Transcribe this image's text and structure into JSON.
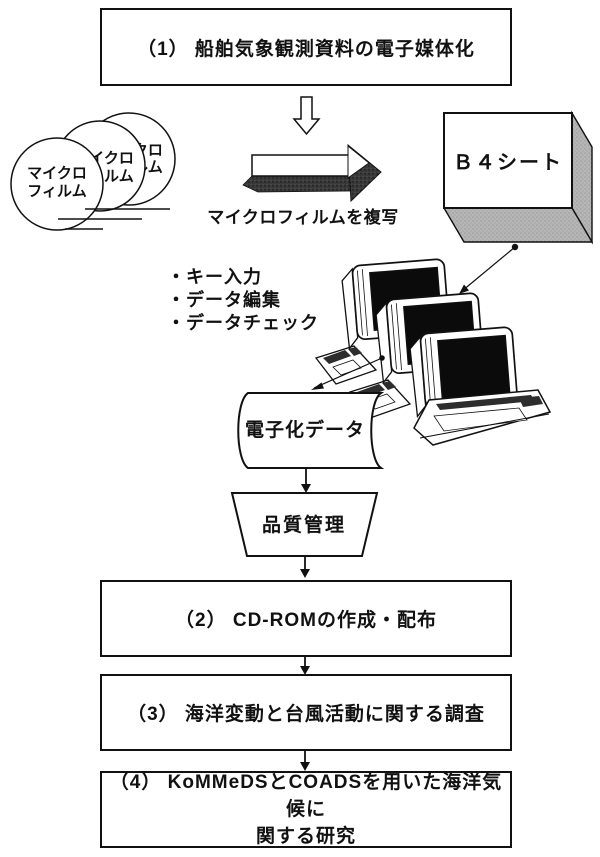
{
  "title_box": {
    "label": "（1） 船舶気象観測資料の電子媒体化"
  },
  "microfilm": {
    "line1": "マイクロ",
    "line2": "フィルム"
  },
  "copy_step": {
    "label": "マイクロフィルムを複写"
  },
  "b4_sheet": {
    "label": "Ｂ４シート"
  },
  "tasks": {
    "items": [
      {
        "label": "・キー入力"
      },
      {
        "label": "・データ編集"
      },
      {
        "label": "・データチェック"
      }
    ]
  },
  "digitized_data": {
    "label": "電子化データ"
  },
  "quality": {
    "label": "品質管理"
  },
  "step2_box": {
    "label": "（2） CD-ROMの作成・配布"
  },
  "step3_box": {
    "label": "（3） 海洋変動と台風活動に関する調査"
  },
  "step4_box": {
    "line1": "（4） KoMMeDSとCOADSを用いた海洋気候に",
    "line2": "関する研究"
  },
  "colors": {
    "ink": "#111111",
    "paper": "#ffffff",
    "shade_gray": "#b6b6b6",
    "shadow_dark": "#3a3a3a",
    "screen_black": "#0b0b0b"
  }
}
